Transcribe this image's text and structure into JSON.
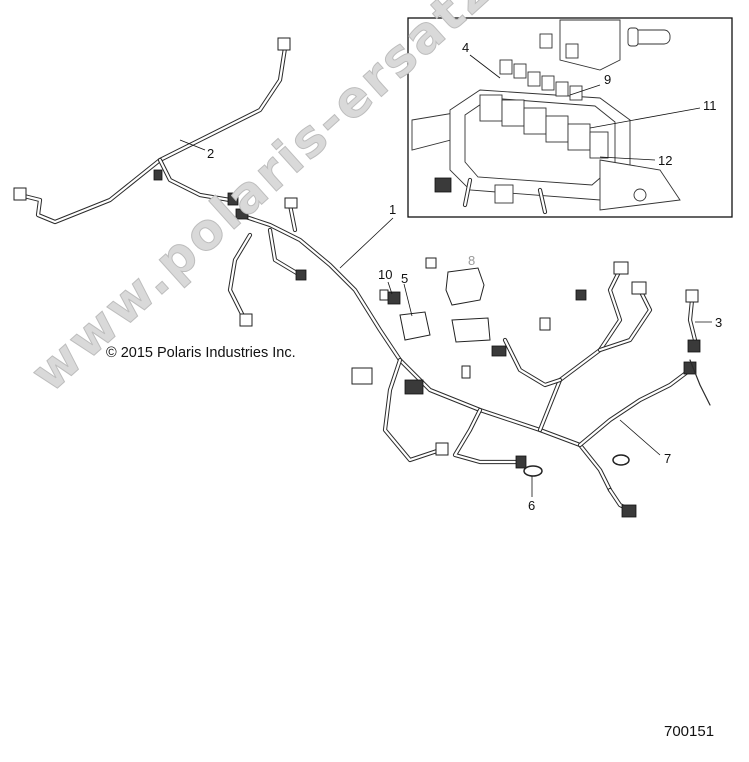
{
  "diagram": {
    "callouts": [
      {
        "id": "c1",
        "label": "1"
      },
      {
        "id": "c2",
        "label": "2"
      },
      {
        "id": "c3",
        "label": "3"
      },
      {
        "id": "c4",
        "label": "4"
      },
      {
        "id": "c5",
        "label": "5"
      },
      {
        "id": "c6",
        "label": "6"
      },
      {
        "id": "c7",
        "label": "7"
      },
      {
        "id": "c8",
        "label": "8"
      },
      {
        "id": "c9",
        "label": "9"
      },
      {
        "id": "c10",
        "label": "10"
      },
      {
        "id": "c11",
        "label": "11"
      },
      {
        "id": "c12",
        "label": "12"
      }
    ],
    "copyright": "© 2015 Polaris Industries Inc.",
    "figure_number": "700151",
    "watermark": "www.polaris-ersatzteile.de"
  }
}
